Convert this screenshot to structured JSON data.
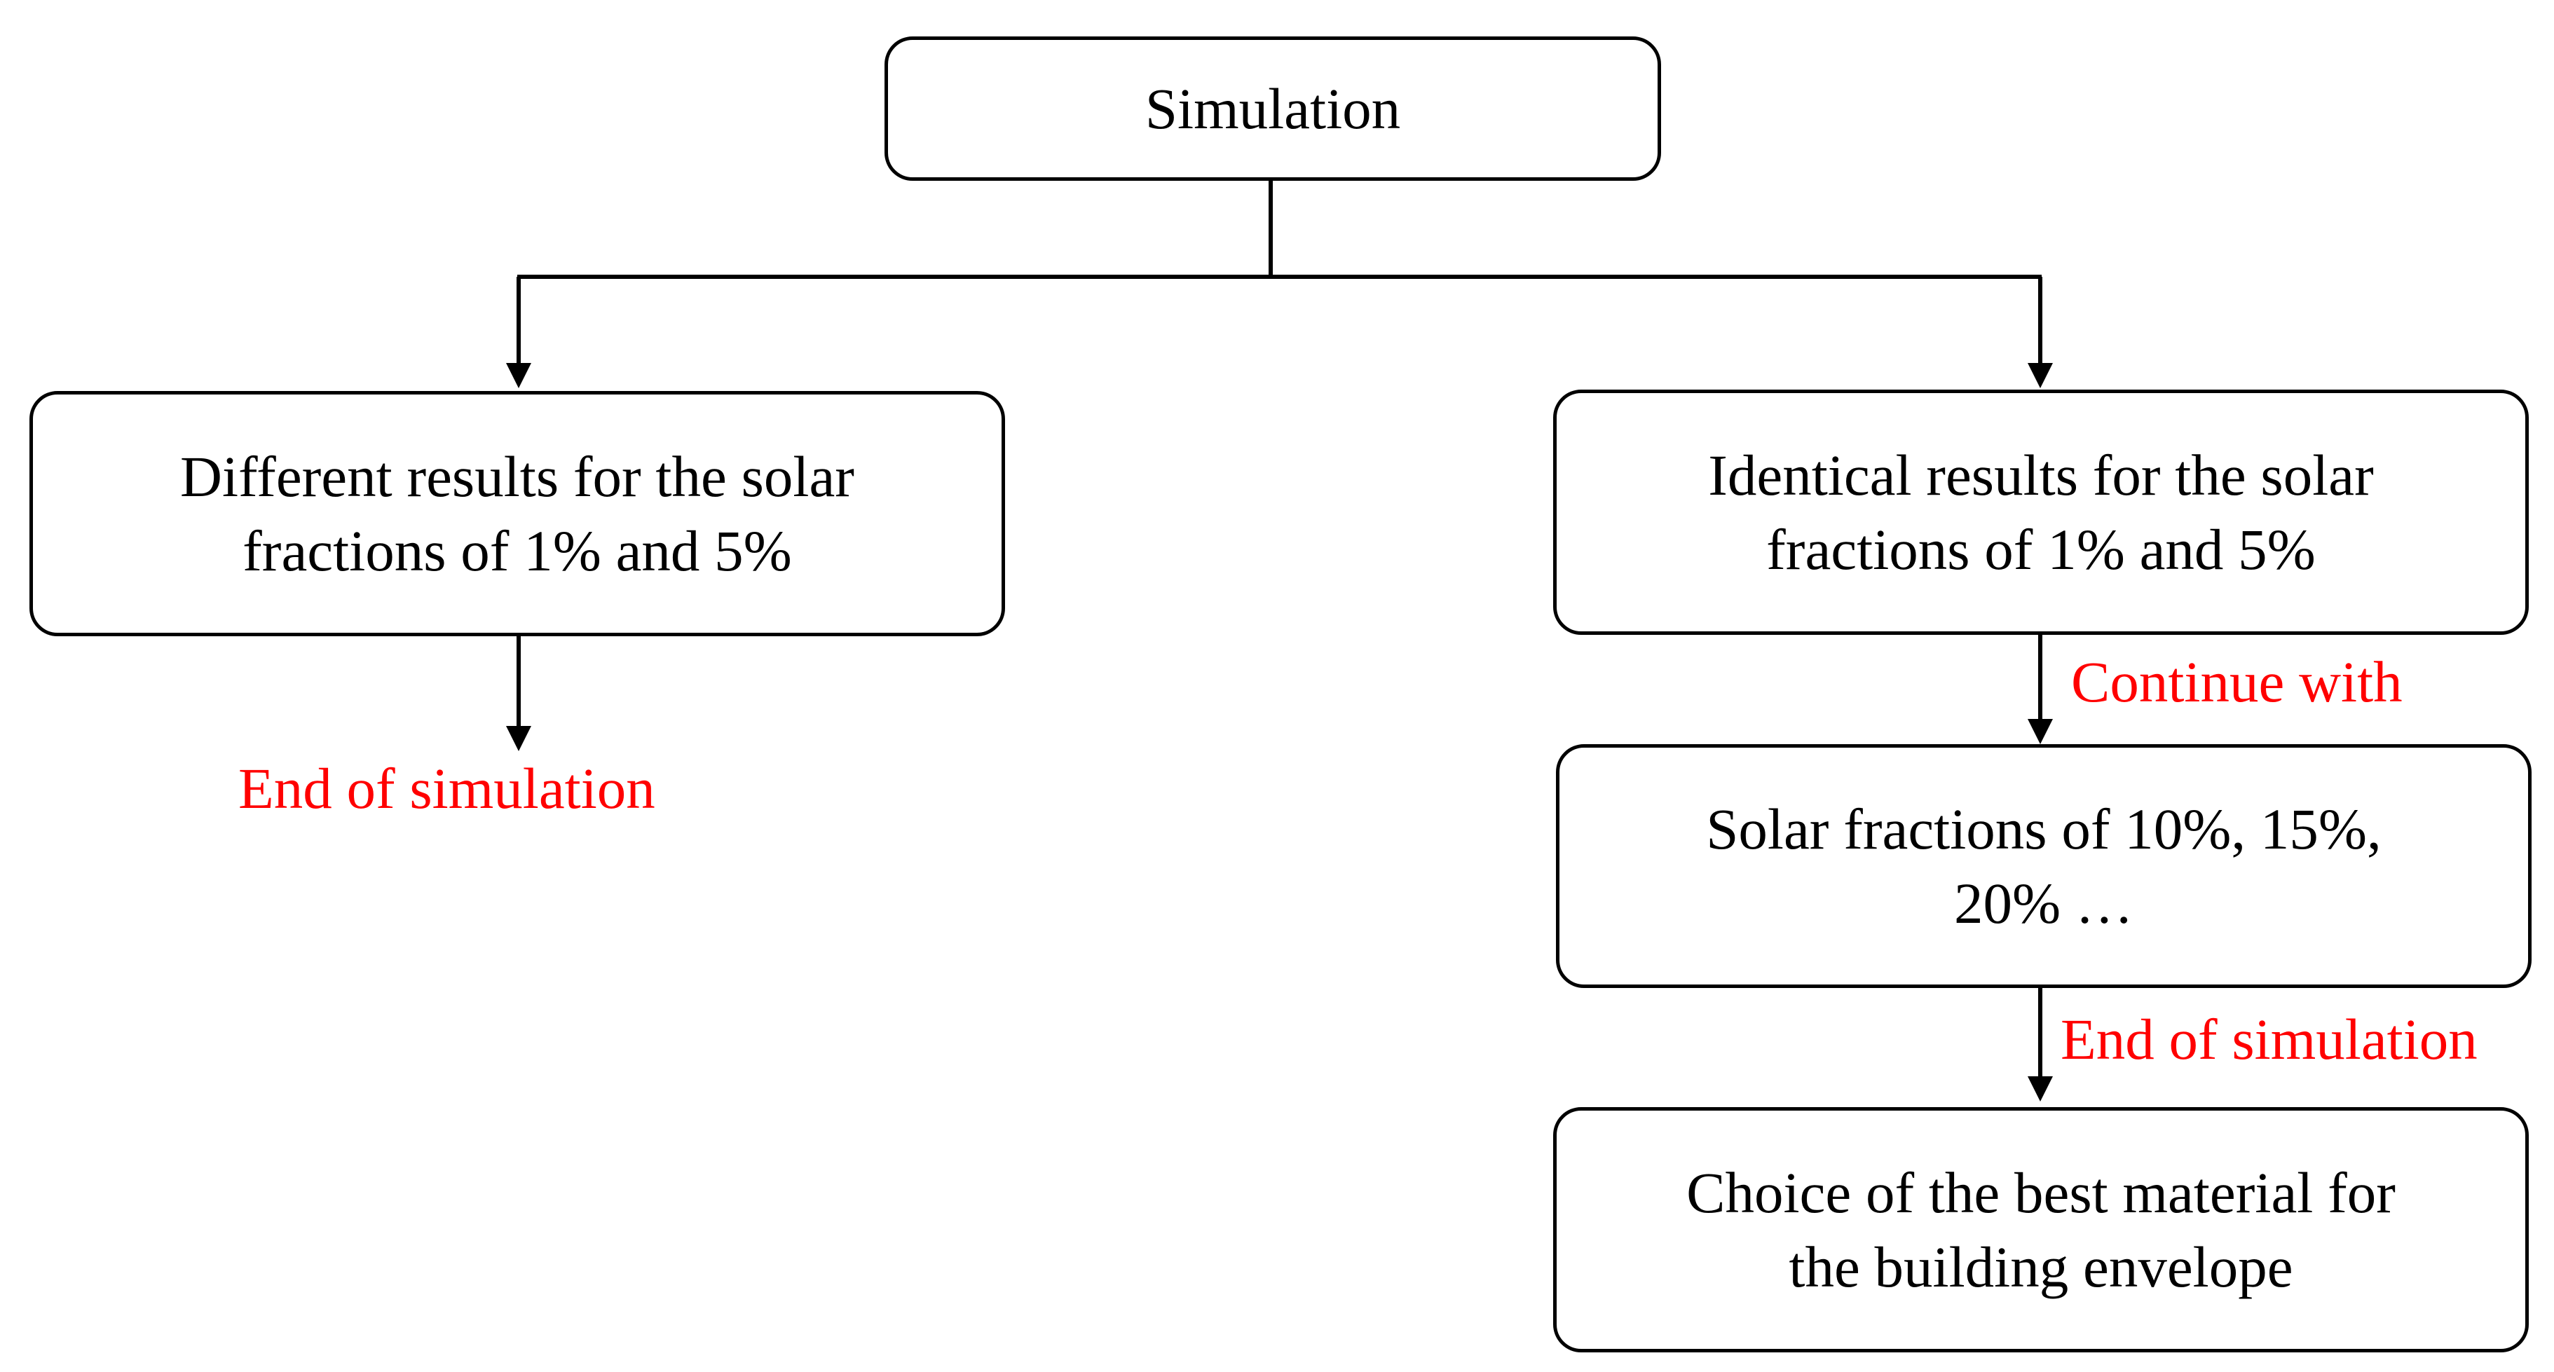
{
  "colors": {
    "box_border": "#000000",
    "box_text": "#000000",
    "connector": "#000000",
    "annotation": "#ff0000"
  },
  "diagram": {
    "nodes": {
      "root": {
        "text": "Simulation"
      },
      "different": {
        "line1": "Different results for the solar",
        "line2": "fractions of 1% and 5%"
      },
      "identical": {
        "line1": "Identical results for the solar",
        "line2": "fractions of 1% and 5%"
      },
      "fractions": {
        "line1": "Solar fractions of 10%, 15%,",
        "line2": "20% …"
      },
      "choice": {
        "line1": "Choice of the best material for",
        "line2": "the building envelope"
      }
    },
    "annotations": {
      "end_left": "End of simulation",
      "continue_with": "Continue with",
      "end_right": "End of simulation"
    }
  }
}
